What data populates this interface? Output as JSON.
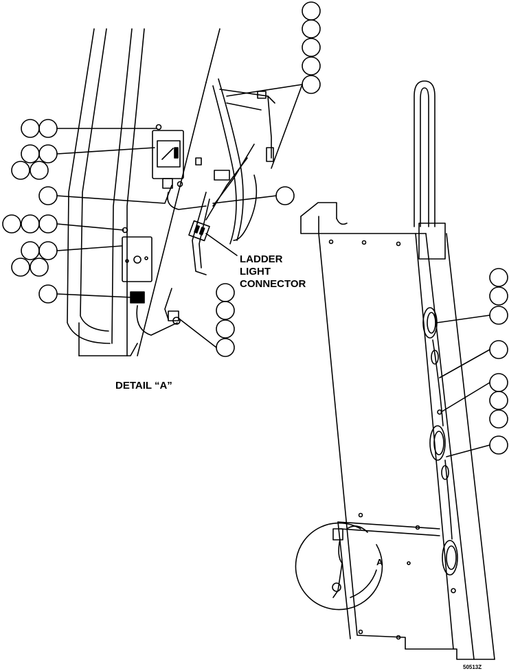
{
  "labels": {
    "ladder_light_connector_line1": "LADDER",
    "ladder_light_connector_line2": "LIGHT",
    "ladder_light_connector_line3": "CONNECTOR",
    "detail_a_title": "DETAIL “A”",
    "detail_a_callout": "A",
    "figure_number": "50513Z"
  }
}
